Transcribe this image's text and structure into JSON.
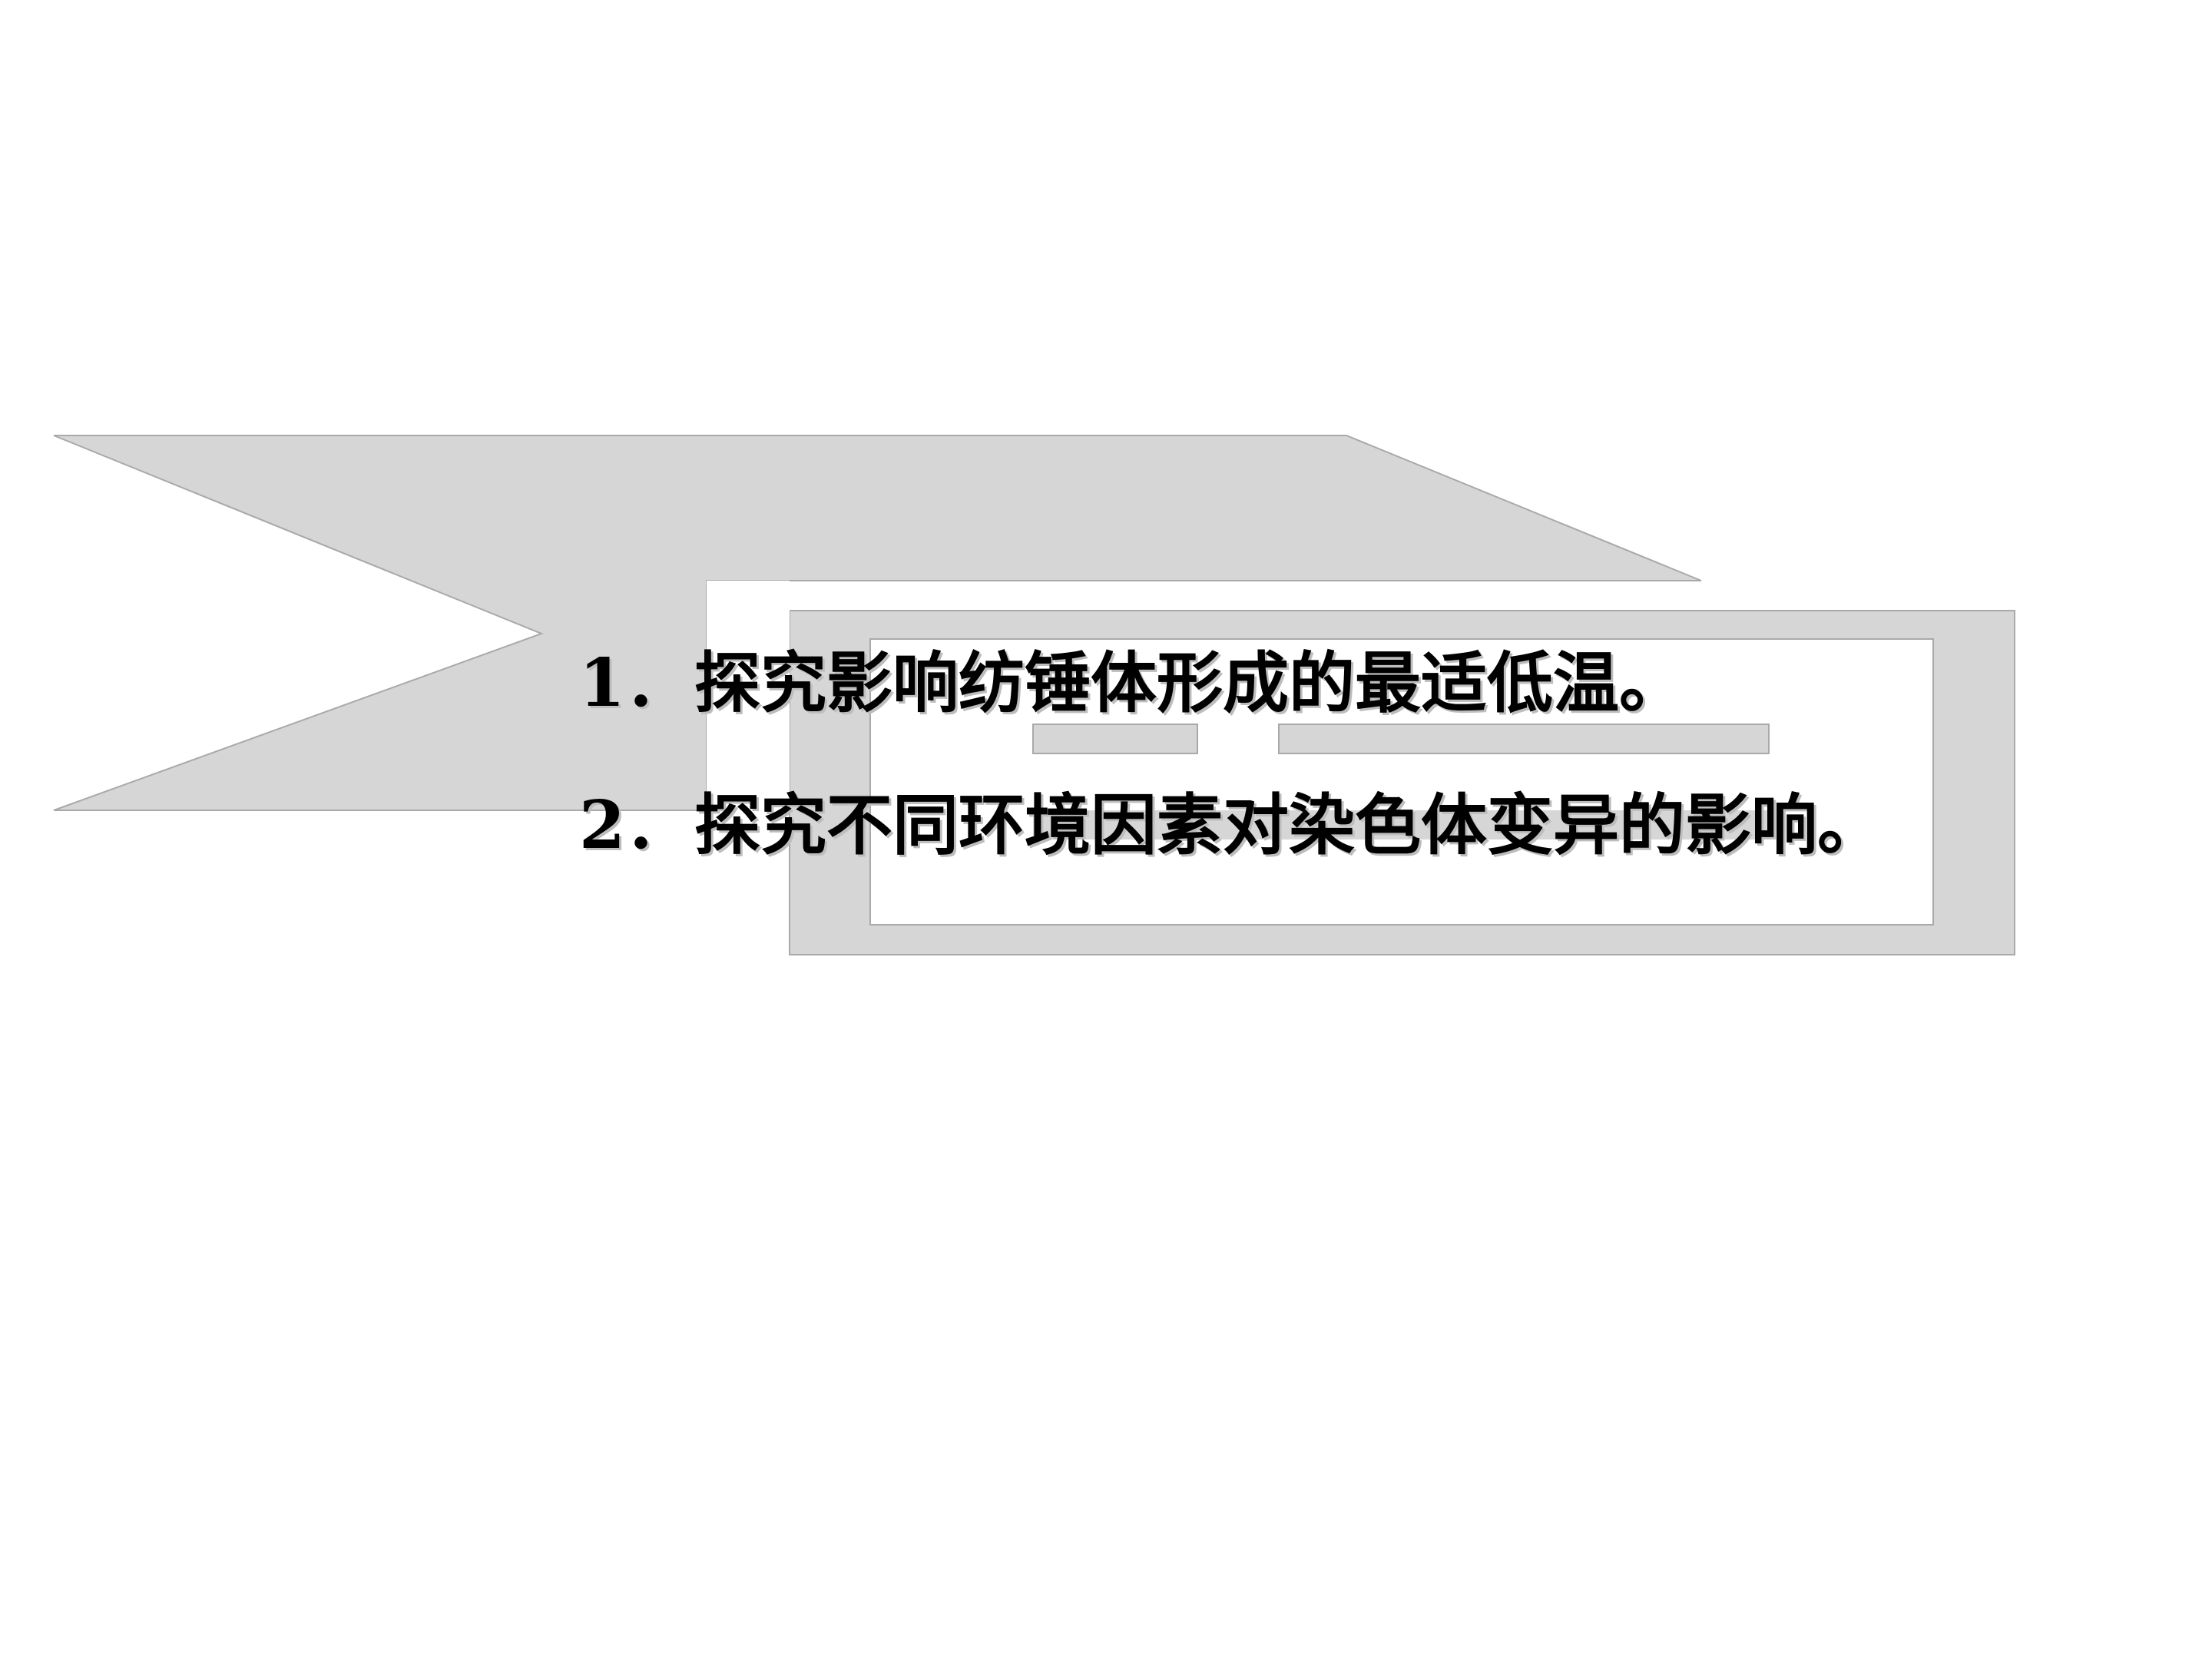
{
  "colors": {
    "background": "#ffffff",
    "shape_fill": "#d5d6d5",
    "shape_edge": "#a9a9a9",
    "text": "#000000"
  },
  "items": [
    {
      "number": "1．",
      "text": "探究影响纺锤体形成的最适低温。"
    },
    {
      "number": "2．",
      "text": "探究不同环境因素对染色体变异的影响。"
    }
  ]
}
